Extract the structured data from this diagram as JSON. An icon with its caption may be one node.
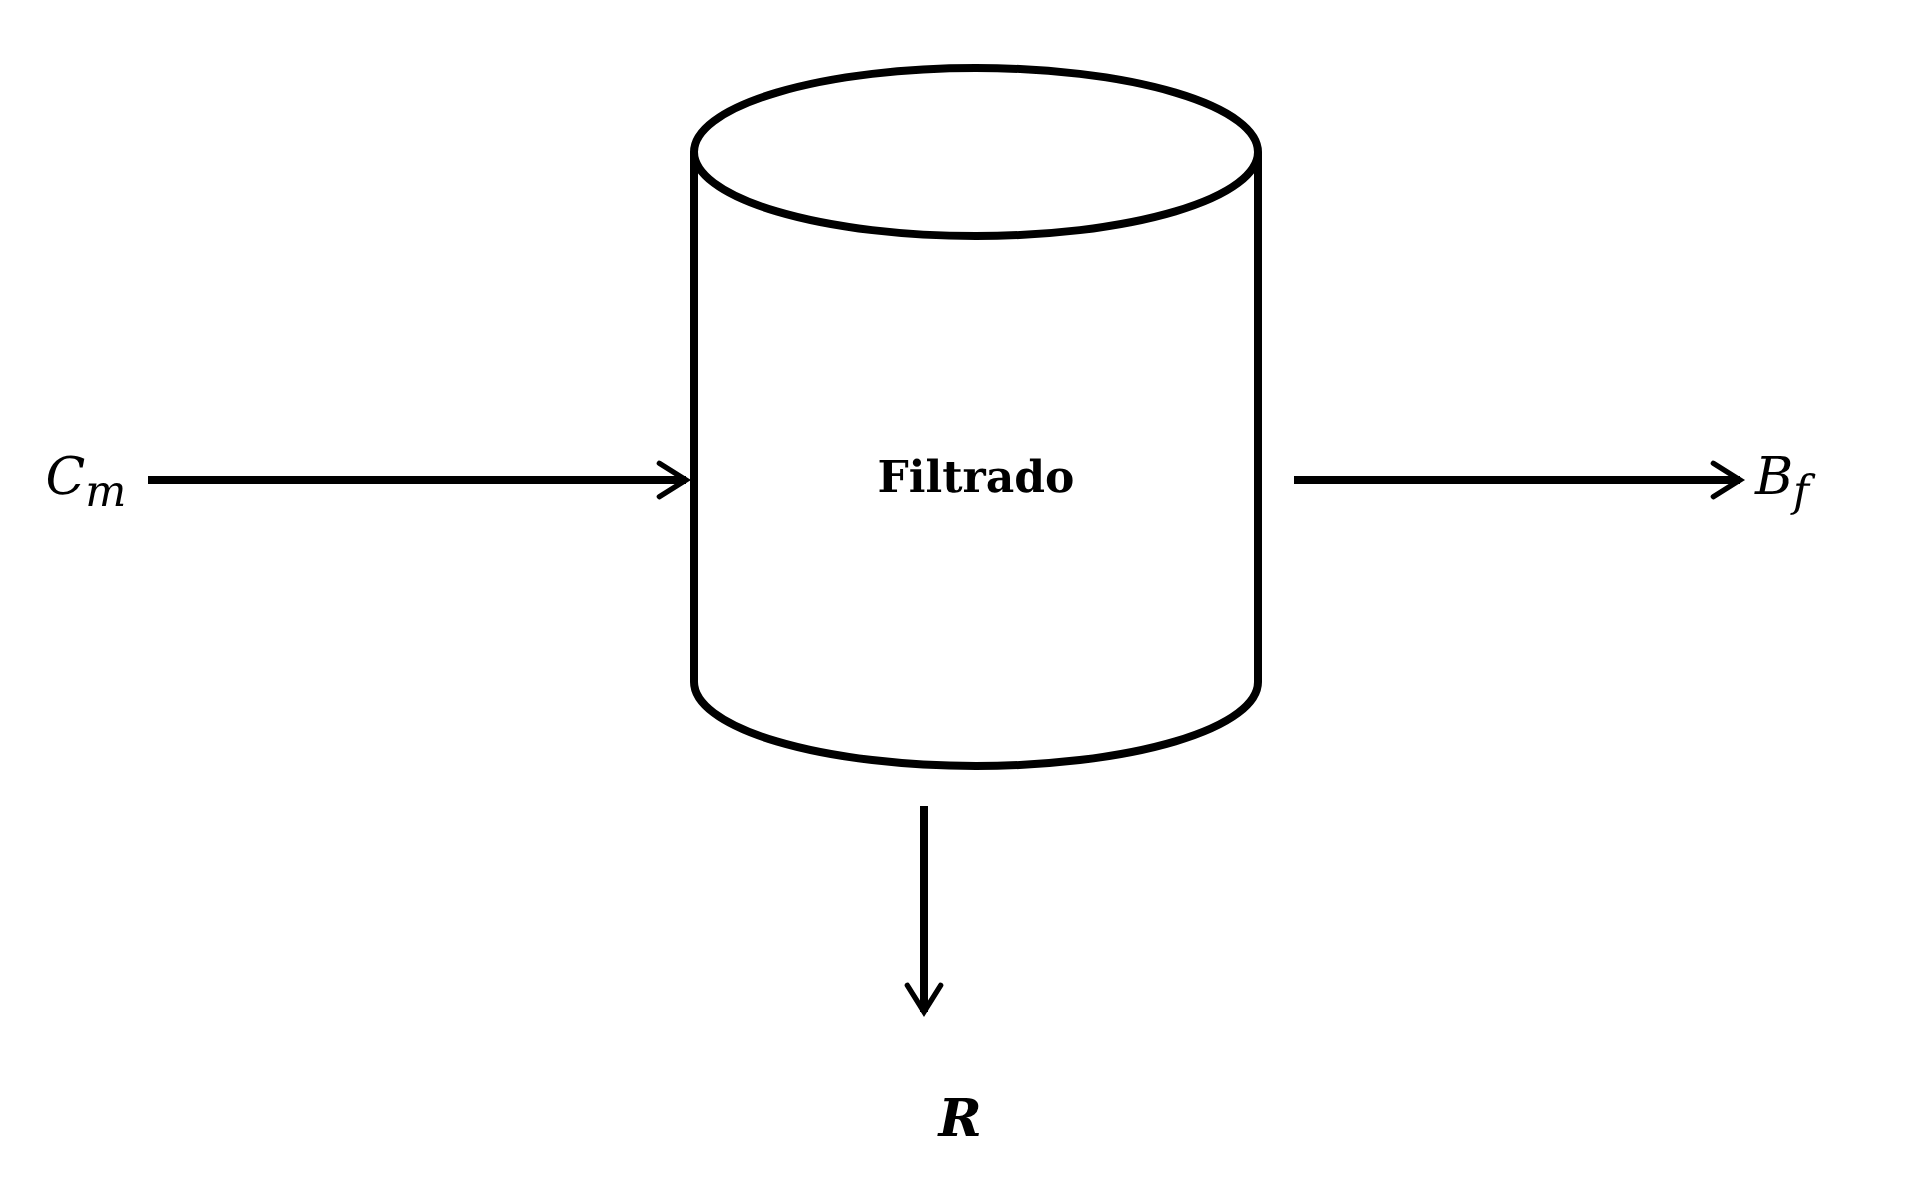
{
  "diagram": {
    "nodes": [
      {
        "text": [
          "C$_{m}$"
        ]
      },
      {
        "text": [
          "Filtrado"
        ]
      },
      {
        "text": [
          "B$_{f}$"
        ]
      },
      {
        "text": [
          "R"
        ]
      }
    ],
    "edges": [
      {
        "from": 0,
        "to": 1,
        "arrow": "to"
      },
      {
        "from": 1,
        "to": 2,
        "arrow": "to"
      },
      {
        "from": 1,
        "to": 3,
        "arrow": "to"
      }
    ]
  }
}
